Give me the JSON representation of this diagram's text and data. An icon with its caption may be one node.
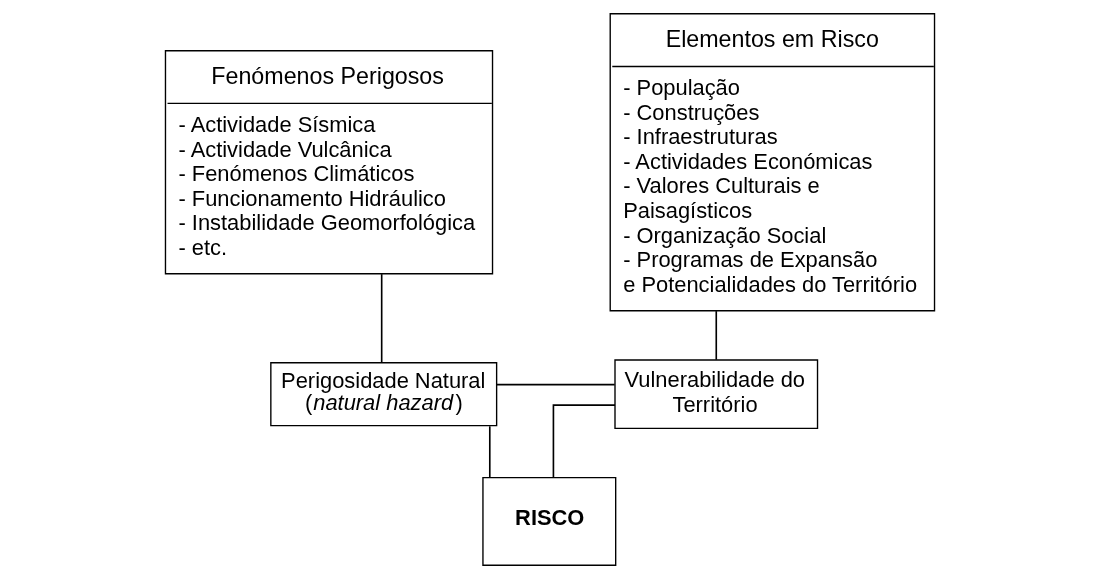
{
  "diagram": {
    "nodes": [
      {
        "text": [
          "Fenómenos Perigosos",
          "- Actividade Sísmica",
          "- Actividade Vulcânica",
          "- Fenómenos Climáticos",
          "- Funcionamento Hidráulico",
          "- Instabilidade Geomorfológica",
          "- etc."
        ]
      },
      {
        "text": [
          "Elementos em Risco",
          "- População",
          "- Construções",
          "- Infraestruturas",
          "- Actividades Económicas",
          "- Valores Culturais e Paisagísticos",
          "- Organização Social",
          "- Programas de Expansão e Potencialidades do Território"
        ]
      },
      {
        "text": [
          "Perigosidade Natural (*natural hazard*)"
        ]
      },
      {
        "text": [
          "Vulnerabilidade do Território"
        ]
      },
      {
        "text": [
          "RISCO"
        ]
      }
    ],
    "edges": [
      {
        "from": 0,
        "to": 2,
        "arrow": "none"
      },
      {
        "from": 1,
        "to": 3,
        "arrow": "none"
      },
      {
        "from": 2,
        "to": 3,
        "arrow": "none"
      },
      {
        "from": 2,
        "to": 4,
        "arrow": "none"
      },
      {
        "from": 3,
        "to": 4,
        "arrow": "none"
      }
    ]
  }
}
